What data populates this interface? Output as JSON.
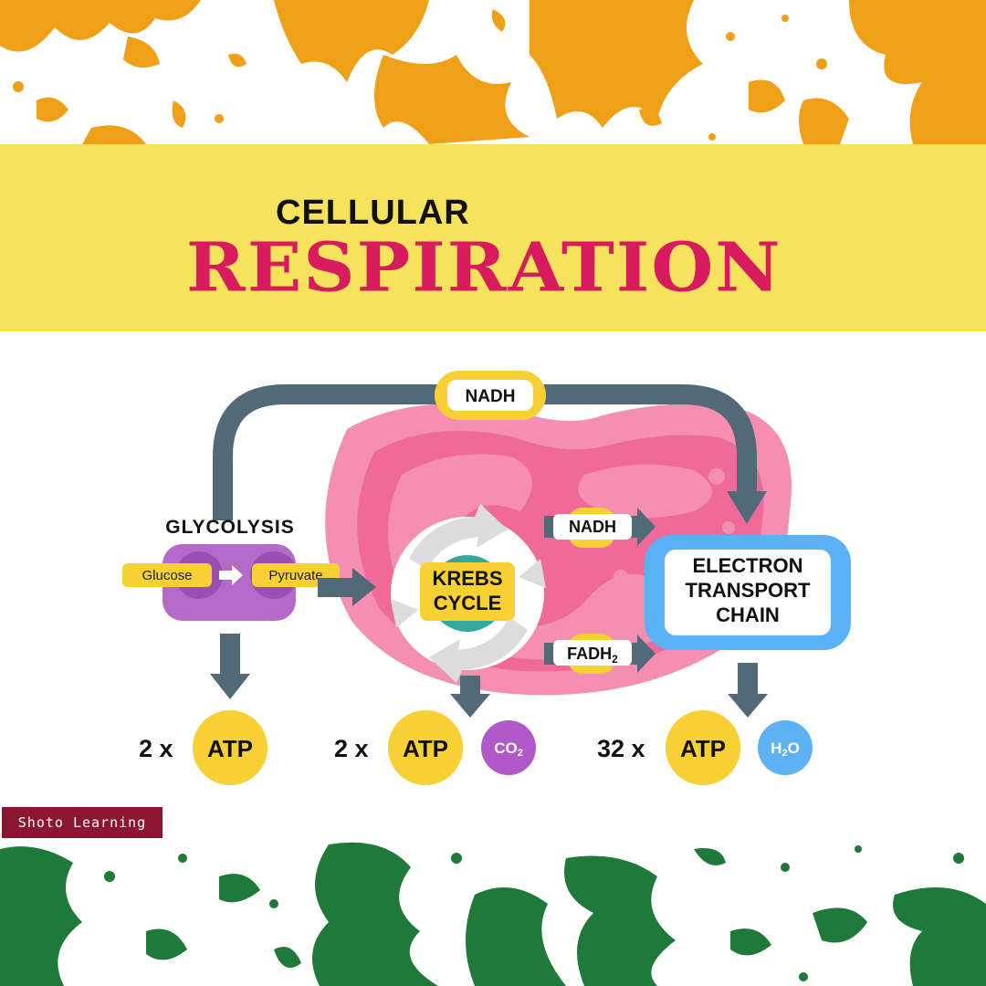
{
  "title": {
    "line1": "CELLULAR",
    "line2": "RESPIRATION"
  },
  "diagram": {
    "glycolysis": {
      "label": "GLYCOLYSIS",
      "input": "Glucose",
      "output": "Pyruvate"
    },
    "nadh_top": "NADH",
    "krebs": {
      "line1": "KREBS",
      "line2": "CYCLE"
    },
    "nadh_mid": "NADH",
    "fadh2": {
      "base": "FADH",
      "sub": "2"
    },
    "etc": {
      "line1": "ELECTRON",
      "line2": "TRANSPORT",
      "line3": "CHAIN"
    },
    "outputs": [
      {
        "count": "2 x",
        "molecule": "ATP"
      },
      {
        "count": "2 x",
        "molecule": "ATP",
        "byproduct": {
          "base": "CO",
          "sub": "2"
        }
      },
      {
        "count": "32 x",
        "molecule": "ATP",
        "byproduct": {
          "base": "H",
          "sub": "2",
          "tail": "O"
        }
      }
    ]
  },
  "brand": "Shoto Learning",
  "colors": {
    "accent_title": "#d81b5d",
    "band": "#f6e25c",
    "arrow": "#526a78",
    "glycolysis": "#b36ac8",
    "mitochondria": "#f48fb1",
    "atp": "#f7d033",
    "co2": "#b159c9",
    "h2o": "#5eb2f4",
    "etc": "#5ab2f5",
    "splatter_top": "#f0a017",
    "splatter_bottom": "#1f7a3a",
    "brand_tag": "#8c1532"
  }
}
